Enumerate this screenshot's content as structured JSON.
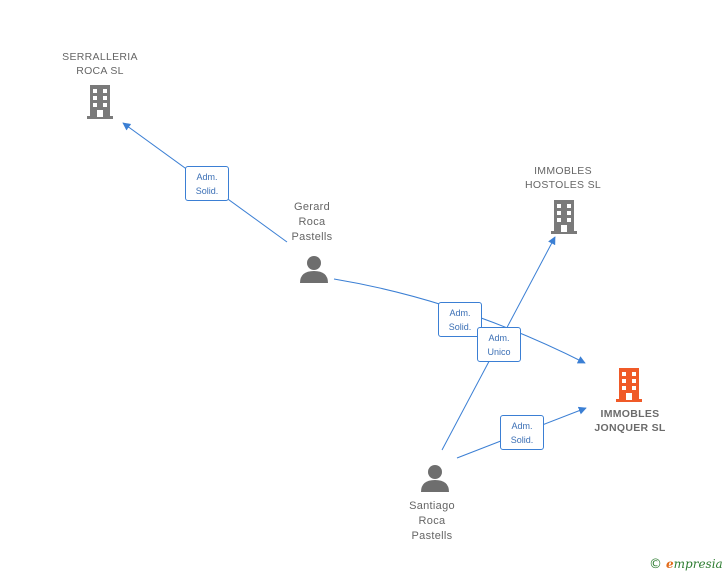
{
  "colors": {
    "edge": "#3b7fd4",
    "company_icon": "#7a7a7a",
    "focus_company_icon": "#f05a28",
    "person_icon": "#6e6e6e",
    "label": "#666666"
  },
  "nodes": {
    "serralleria": {
      "line1": "SERRALLERIA",
      "line2": "ROCA SL",
      "icon": "building-icon"
    },
    "immobles_hostoles": {
      "line1": "IMMOBLES",
      "line2": "HOSTOLES  SL",
      "icon": "building-icon"
    },
    "immobles_jonquer": {
      "line1": "IMMOBLES",
      "line2": "JONQUER  SL",
      "icon": "building-icon"
    },
    "gerard": {
      "line1": "Gerard",
      "line2": "Roca",
      "line3": "Pastells",
      "icon": "person-icon"
    },
    "santiago": {
      "line1": "Santiago",
      "line2": "Roca",
      "line3": "Pastells",
      "icon": "person-icon"
    }
  },
  "edges": {
    "gerard_serralleria": {
      "line1": "Adm.",
      "line2": "Solid."
    },
    "gerard_jonquer": {
      "line1": "Adm.",
      "line2": "Solid."
    },
    "santiago_hostoles": {
      "line1": "Adm.",
      "line2": "Unico"
    },
    "santiago_jonquer": {
      "line1": "Adm.",
      "line2": "Solid."
    }
  },
  "watermark": {
    "symbol": "©",
    "e": "e",
    "rest": "mpresia"
  }
}
